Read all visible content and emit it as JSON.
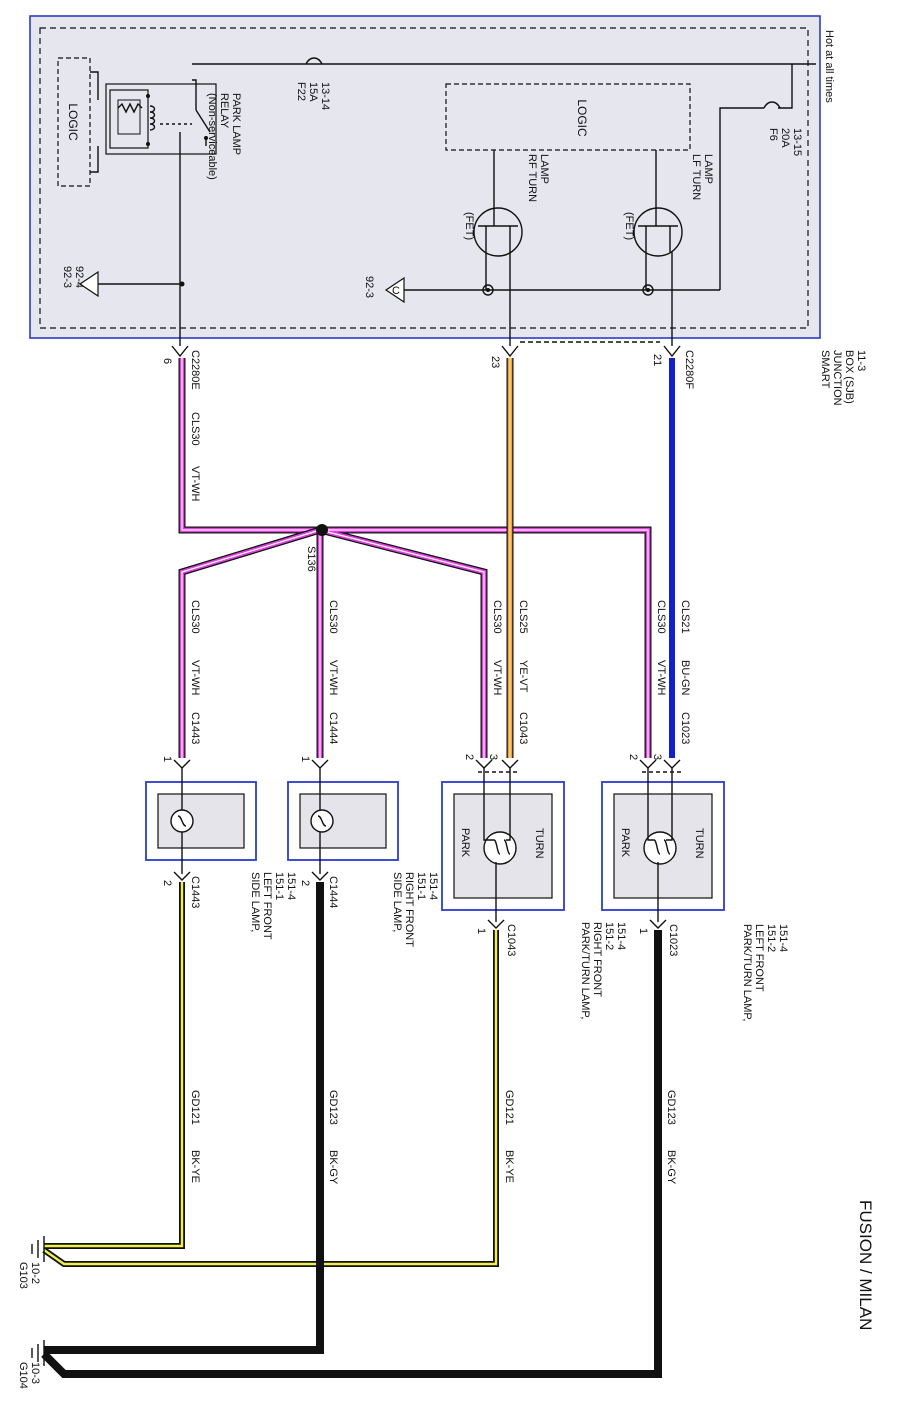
{
  "page": {
    "title": "FUSION / MILAN"
  },
  "sjb": {
    "name": [
      "SMART",
      "JUNCTION",
      "BOX (SJB)",
      "11-3"
    ],
    "hot_label": "Hot at all times",
    "logic_left": "LOGIC",
    "logic_right": "LOGIC",
    "relay_label": [
      "PARK LAMP",
      "RELAY",
      "(Non-serviceable)"
    ],
    "fuse_f22": [
      "F22",
      "15A",
      "13-14"
    ],
    "fuse_f6": [
      "F6",
      "20A",
      "13-15"
    ],
    "rf_turn": [
      "RF TURN",
      "LAMP"
    ],
    "lf_turn": [
      "LF TURN",
      "LAMP"
    ],
    "fet": "(FET)",
    "ground_ref_left": [
      "92-3",
      "92-4"
    ],
    "ground_ref_right": "92-3",
    "ground_symbol": "C"
  },
  "connectors": {
    "c2280e": "C2280E",
    "c2280f": "C2280F",
    "pin_6": "6",
    "pin_23": "23",
    "pin_21": "21",
    "splice": "S136"
  },
  "wires": {
    "cls30": "CLS30",
    "vt_wh": "VT-WH",
    "cls25": "CLS25",
    "ye_vt": "YE-VT",
    "cls21": "CLS21",
    "bu_gn": "BU-GN",
    "gd121": "GD121",
    "bk_ye": "BK-YE",
    "gd123": "GD123",
    "bk_gy": "BK-GY"
  },
  "lamps": {
    "lf_side": {
      "connector": "C1443",
      "pin_in": "1",
      "pin_out": "2",
      "label": [
        "SIDE LAMP,",
        "LEFT FRONT",
        "151-1",
        "151-4"
      ]
    },
    "rf_side": {
      "connector": "C1444",
      "pin_in": "1",
      "pin_out": "2",
      "label": [
        "SIDE LAMP,",
        "RIGHT FRONT",
        "151-1",
        "151-4"
      ]
    },
    "rf_park": {
      "connector": "C1043",
      "pin_park": "2",
      "pin_turn": "3",
      "pin_out": "1",
      "label": [
        "PARK/TURN LAMP,",
        "RIGHT FRONT",
        "151-2",
        "151-4"
      ],
      "park": "PARK",
      "turn": "TURN"
    },
    "lf_park": {
      "connector": "C1023",
      "pin_park": "2",
      "pin_turn": "3",
      "pin_out": "1",
      "label": [
        "PARK/TURN LAMP,",
        "LEFT FRONT",
        "151-2",
        "151-4"
      ],
      "park": "PARK",
      "turn": "TURN"
    }
  },
  "grounds": {
    "g103": [
      "G103",
      "10-2"
    ],
    "g104": [
      "G104",
      "10-3"
    ]
  },
  "colors": {
    "violet": "#e040e0",
    "orange": "#f2a040",
    "blue": "#1020d0",
    "yellow": "#f2ee50",
    "black": "#111111",
    "box_border": "#2a3cc8",
    "box_fill": "#e4e4ea"
  }
}
